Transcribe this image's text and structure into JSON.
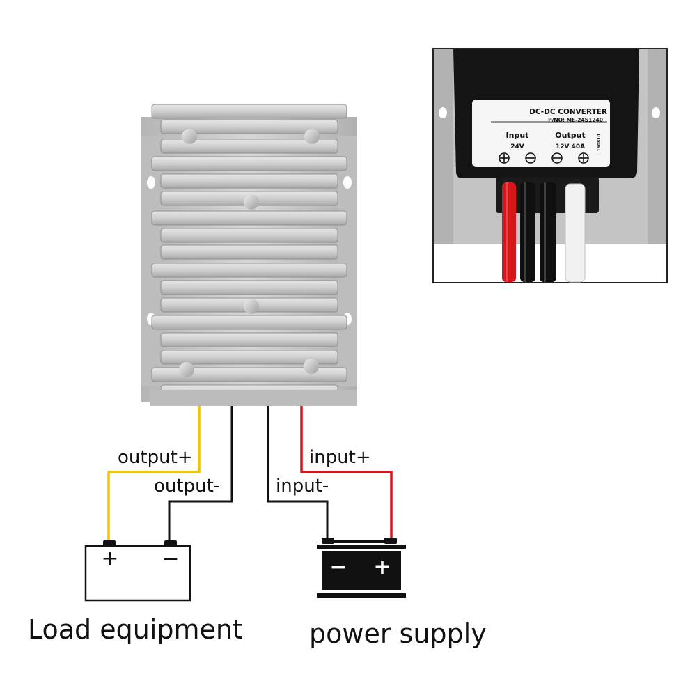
{
  "labels": {
    "output_plus": "output+",
    "output_minus": "output-",
    "input_minus": "input-",
    "input_plus": "input+",
    "load": "Load equipment",
    "supply": "power supply"
  },
  "load_battery": {
    "plus": "+",
    "minus": "−"
  },
  "supply_battery": {
    "minus": "−",
    "plus": "+"
  },
  "inset_label": {
    "title": "DC-DC CONVERTER",
    "part_no": "P/NO: ME-24S1240",
    "input_head": "Input",
    "input_value": "24V",
    "output_head": "Output",
    "output_value": "12V 40A",
    "side_code": "160810"
  },
  "colors": {
    "wire_yellow": "#f2c500",
    "wire_black": "#111111",
    "wire_red": "#d8141c",
    "heatsink": "#c9c9c9",
    "heatsink_dark": "#9a9a9a"
  }
}
